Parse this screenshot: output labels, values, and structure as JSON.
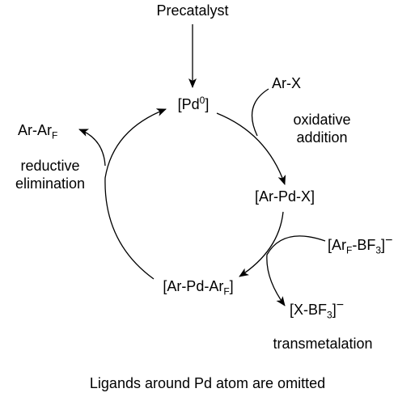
{
  "precatalyst": "Precatalyst",
  "pd0": {
    "main": "[Pd",
    "sup": "0",
    "close": "]"
  },
  "arx": "Ar-X",
  "oxidative_addition": {
    "line1": "oxidative",
    "line2": "addition"
  },
  "arpdx": "[Ar-Pd-X]",
  "arfbf3": {
    "open": "[Ar",
    "sub1": "F",
    "mid": "-BF",
    "sub2": "3",
    "close": "]",
    "charge": "−"
  },
  "xbf3": {
    "main": "[X-BF",
    "sub": "3",
    "close": "]",
    "charge": "−"
  },
  "transmetalation": "transmetalation",
  "arpdarf": {
    "main": "[Ar-Pd-Ar",
    "sub": "F",
    "close": "]"
  },
  "product": {
    "main": "Ar-Ar",
    "sub": "F"
  },
  "reductive_elimination": {
    "line1": "reductive",
    "line2": "elimination"
  },
  "caption": "Ligands around Pd atom are omitted",
  "colors": {
    "ink": "#000000",
    "background": "#ffffff"
  }
}
